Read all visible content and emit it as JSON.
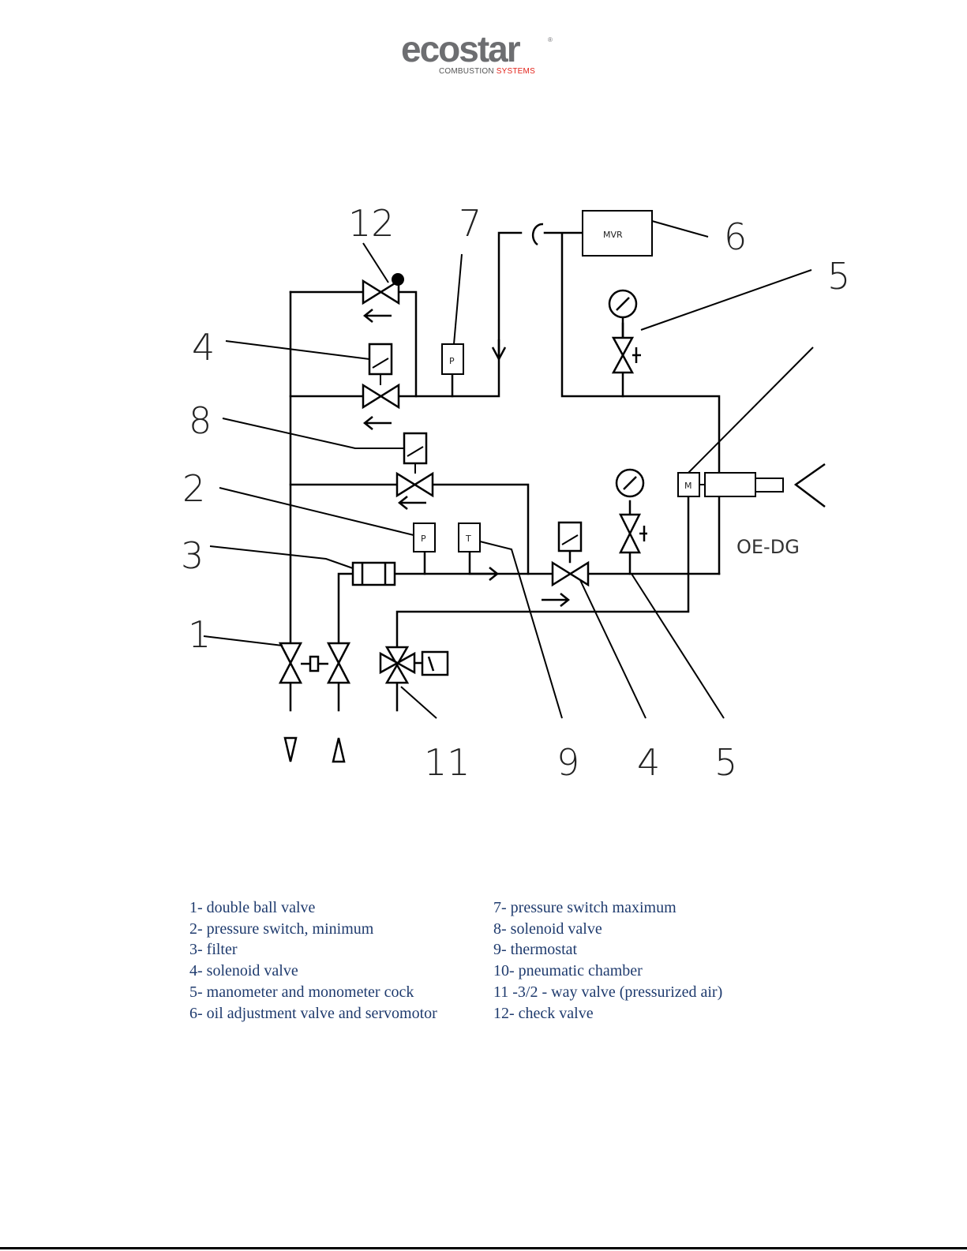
{
  "logo": {
    "word": "ecostar",
    "reg": "®",
    "sub_plain": "COMBUSTION ",
    "sub_red": "SYSTEMS"
  },
  "diagram": {
    "callouts": [
      "12",
      "7",
      "6",
      "5",
      "4",
      "8",
      "2",
      "3",
      "1",
      "11",
      "9",
      "4",
      "5"
    ],
    "box_mvr": "MVR",
    "p_label": "P",
    "t_label": "T",
    "m_label": "M",
    "unit_label": "OE-DG"
  },
  "legend": {
    "left": [
      "1- double ball valve",
      "2- pressure switch, minimum",
      "3- filter",
      "4- solenoid valve",
      "5- manometer and monometer cock",
      "6- oil adjustment valve and servomotor"
    ],
    "right": [
      "7- pressure switch maximum",
      "8- solenoid valve",
      "9- thermostat",
      "10- pneumatic chamber",
      "11 -3/2 - way valve (pressurized air)",
      "12- check valve"
    ]
  },
  "colors": {
    "logo_gray": "#6d6e71",
    "logo_red": "#e2231a",
    "legend_text": "#1f3b6e"
  }
}
